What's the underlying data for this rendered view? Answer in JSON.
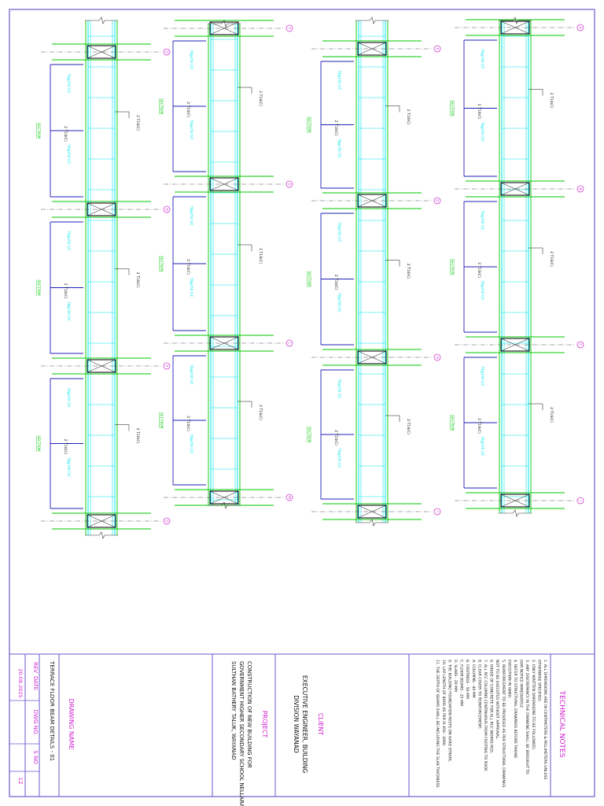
{
  "sheet": {
    "technical_notes": {
      "heading": "TECHNICAL NOTES",
      "lines": [
        "1. ALL DIMENSIONS ARE IN CENTIMETERS & MILLIMETERS UNLESS",
        "   OTHERWISE SPECIFIED.",
        "2. ONLY WRITTEN DIMENSIONS TO BE FOLLOWED.",
        "3. ANY DISCREPANCY IN THE DRAWING SHALL BE BROUGHT TO",
        "   OUR NOTICE IMMEDIATELY.",
        "4. REFER TO STRUCTURAL DRAWINGS BEFORE TAKING",
        "   EXECUTION IN HAND.",
        "5. REINFORCEMENT TO BE PROVIDED AS PER STRUCTURAL DRAWINGS",
        "   NOT TO BE EXECUTED WITHOUT APPROVAL.",
        "6. GRADE OF CONCRETE FOR ALL RCC WORKS M25.",
        "7. ALL RCC COLUMNS CONTINUOUS FROM FOOTING TO ROOF.",
        "8. CLEAR COVER TO REINFORCEMENT:",
        "   A. COLUMNS - 40 MM",
        "   B. FOOTINGS - 50 MM",
        "   C. FLOOR BEAMS - 25 MM",
        "   D. SLABS - 20 MM",
        "9. THE BUILDING FOUNDATION RESTS ON HARD STRATA.",
        "10. LAP LENGTH OF BARS AS PER IS 456 : 2000",
        "11. THE DEPTH OF BEAMS SHALL BE INCLUDING THE SLAB THICKNESS."
      ]
    },
    "client": {
      "heading": "CLIENT",
      "line1": "EXECUTIVE ENGINEER, BUILDING",
      "line2": "DIVISION WAYANAD"
    },
    "project": {
      "heading": "PROJECT",
      "line1": "CONSTRUCTION OF NEW BUILDING FOR",
      "line2": "GOVERNMENT HIGHER SECONDARY SCHOOL NELLARACHAL",
      "line3": "SULTHAN BATHERY TALUK, WAYANAD"
    },
    "drawing": {
      "heading": "DRAWING NAME",
      "name": "TERRACE FLOOR BEAM DETAILS - 01",
      "rev_label": "REV",
      "date_label": "DATE",
      "dwg_label": "DWG NO.",
      "sno_label": "S NO",
      "date_value": "20.08.2025",
      "sno_value": "12"
    },
    "colors": {
      "border": "#6a5acd",
      "beam": "#00e5ee",
      "bar_green": "#00c800",
      "bar_blue": "#1f1fb8",
      "grid_magenta": "#d040d0",
      "text_dark": "#111111"
    },
    "beams": [
      {
        "id": "beam-a",
        "grids": [
          "D",
          "N",
          "P",
          "Q"
        ],
        "bar_label": "2 T16(C)",
        "stirrup_label": "T8@150 C/C",
        "section_label": "SECTION"
      },
      {
        "id": "beam-b",
        "grids": [
          "F",
          "K",
          "L",
          "M"
        ],
        "bar_label": "2 T16(C)",
        "stirrup_label": "T8@150 C/C",
        "section_label": "SECTION"
      },
      {
        "id": "beam-c",
        "grids": [
          "E",
          "G",
          "H",
          "I"
        ],
        "bar_label": "2 T16(C)",
        "stirrup_label": "T8@150 C/C",
        "section_label": "SECTION"
      },
      {
        "id": "beam-d",
        "grids": [
          "A",
          "B",
          "C",
          "J"
        ],
        "bar_label": "2 T16(C)",
        "stirrup_label": "T8@150 C/C",
        "section_label": "SECTION"
      }
    ]
  }
}
